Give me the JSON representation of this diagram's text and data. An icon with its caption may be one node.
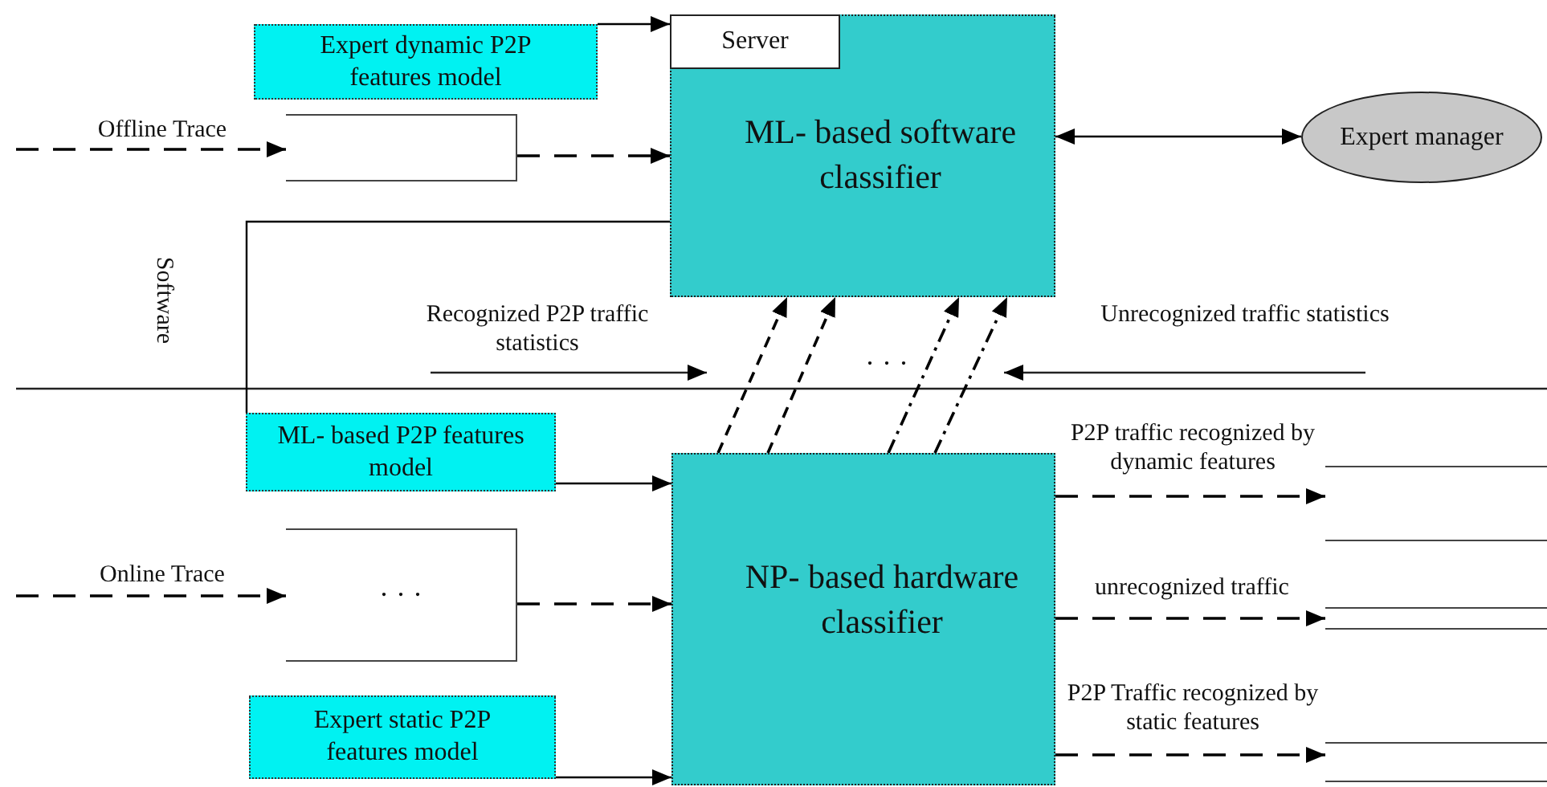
{
  "diagram": {
    "nodes": [
      {
        "text": [
          "Expert dynamic P2P features model"
        ]
      },
      {
        "text": [
          "Server",
          "ML- based software classifier"
        ]
      },
      {
        "text": [
          "Expert manager"
        ]
      },
      {
        "text": [],
        "shape": "box"
      },
      {
        "text": [
          "ML- based P2P features model"
        ]
      },
      {
        "text": [
          "· · ·"
        ]
      },
      {
        "text": [
          "NP- based hardware classifier"
        ]
      },
      {
        "text": [
          "Expert static P2P features model"
        ]
      },
      {
        "text": [],
        "shape": "box"
      },
      {
        "text": [],
        "shape": "box"
      },
      {
        "text": [],
        "shape": "box"
      }
    ],
    "edges": [
      {
        "from": 0,
        "to": 1,
        "arrow": "to"
      },
      {
        "from": null,
        "to": 3,
        "arrow": "to",
        "label": "Offline Trace",
        "style": "dashed"
      },
      {
        "from": 3,
        "to": 1,
        "arrow": "to",
        "style": "dashed"
      },
      {
        "from": 1,
        "to": 2,
        "arrow": "both"
      },
      {
        "from": 1,
        "to": 4,
        "arrow": "none"
      },
      {
        "from": 4,
        "to": 6,
        "arrow": "to"
      },
      {
        "from": null,
        "to": 5,
        "arrow": "to",
        "label": "Online Trace",
        "style": "dashed"
      },
      {
        "from": 5,
        "to": 6,
        "arrow": "to",
        "style": "dashed"
      },
      {
        "from": 7,
        "to": 6,
        "arrow": "to"
      },
      {
        "from": 6,
        "to": 1,
        "arrow": "to",
        "style": "dashed"
      },
      {
        "from": 6,
        "to": 1,
        "arrow": "to",
        "style": "dashed"
      },
      {
        "from": 6,
        "to": 1,
        "arrow": "to",
        "style": "dashed"
      },
      {
        "from": 6,
        "to": 1,
        "arrow": "to",
        "style": "dashed"
      },
      {
        "from": 6,
        "to": 8,
        "arrow": "to",
        "label": "P2P traffic recognized by dynamic features",
        "style": "dashed"
      },
      {
        "from": 6,
        "to": 9,
        "arrow": "to",
        "label": "unrecognized traffic",
        "style": "dashed"
      },
      {
        "from": 6,
        "to": 10,
        "arrow": "to",
        "label": "P2P Traffic recognized by static features",
        "style": "dashed"
      }
    ],
    "labels": [
      "Software",
      "Recognized P2P traffic statistics",
      "· · ·",
      "Unrecognized traffic statistics"
    ]
  }
}
